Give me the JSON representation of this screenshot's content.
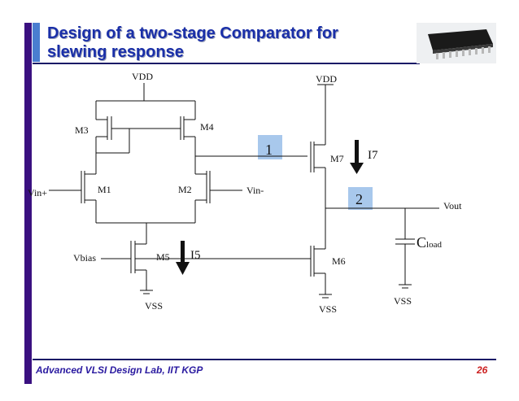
{
  "slide": {
    "title_line1": "Design of a two-stage Comparator for",
    "title_line2": "slewing response",
    "footer": "Advanced VLSI Design Lab, IIT KGP",
    "page_number": "26"
  },
  "colors": {
    "sidebar": "#3a1080",
    "title": "#1a2fa8",
    "title_accent": "#4a7ed0",
    "highlight_box": "#a8c8ec",
    "page_number": "#cc2020"
  },
  "circuit": {
    "supply_left": "VDD",
    "supply_right": "VDD",
    "transistors": {
      "m1": "M1",
      "m2": "M2",
      "m3": "M3",
      "m4": "M4",
      "m5": "M5",
      "m6": "M6",
      "m7": "M7"
    },
    "inputs": {
      "vin_plus": "Vin+",
      "vin_minus": "Vin-",
      "vbias": "Vbias"
    },
    "output": "Vout",
    "load_cap": {
      "main": "C",
      "sub": "load"
    },
    "ground_labels": [
      "VSS",
      "VSS",
      "VSS"
    ],
    "currents": {
      "i5": "I5",
      "i7": "I7"
    },
    "callouts": [
      "1",
      "2"
    ]
  }
}
